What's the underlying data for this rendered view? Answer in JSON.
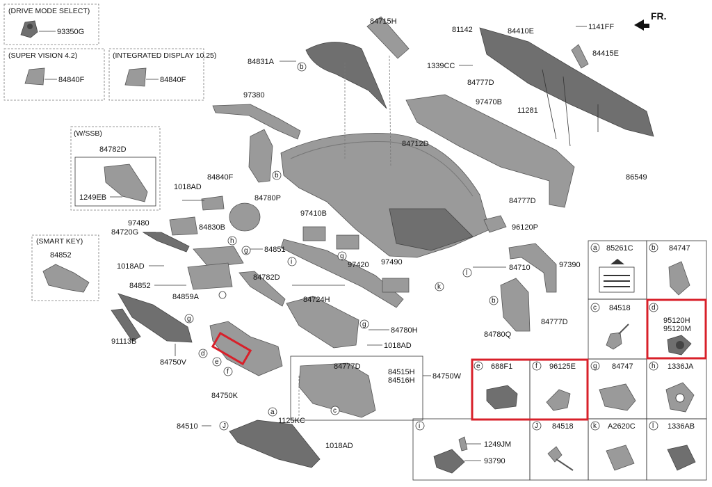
{
  "direction_label": "FR.",
  "option_boxes": [
    {
      "title": "(DRIVE MODE SELECT)",
      "part": "93350G"
    },
    {
      "title": "(SUPER VISION 4.2)",
      "part": "84840F"
    },
    {
      "title": "(INTEGRATED DISPLAY 10.25)",
      "part": "84840F"
    },
    {
      "title": "(W/SSB)",
      "part_top": "84782D",
      "part_bottom": "1249EB"
    },
    {
      "title": "(SMART KEY)",
      "part": "84852"
    }
  ],
  "callouts": {
    "p84715H": "84715H",
    "p84831A": "84831A",
    "p97380": "97380",
    "p84840F": "84840F",
    "p1018AD_a": "1018AD",
    "p84780P": "84780P",
    "p97480": "97480",
    "p84720G": "84720G",
    "p84830B": "84830B",
    "p84851": "84851",
    "p1018AD_b": "1018AD",
    "p84852": "84852",
    "p84859A": "84859A",
    "p84782D": "84782D",
    "p91113B": "91113B",
    "p84750V": "84750V",
    "p84750K": "84750K",
    "p97410B": "97410B",
    "p97420": "97420",
    "p97490": "97490",
    "p84724H": "84724H",
    "p84712D": "84712D",
    "p84710": "84710",
    "p84780H": "84780H",
    "p1018AD_c": "1018AD",
    "p84777D_a": "84777D",
    "p84515H": "84515H",
    "p84516H": "84516H",
    "p84750W": "84750W",
    "p1125KC": "1125KC",
    "p84510": "84510",
    "p1018AD_d": "1018AD",
    "p84780Q": "84780Q",
    "p84777D_b": "84777D",
    "p97390": "97390",
    "p96120P": "96120P",
    "p84777D_c": "84777D",
    "p84777D_d": "84777D",
    "p97470B": "97470B",
    "p11281": "11281",
    "p86549": "86549",
    "p81142": "81142",
    "p84410E": "84410E",
    "p1141FF": "1141FF",
    "p84415E": "84415E",
    "p1339CC": "1339CC"
  },
  "legend_cells": [
    {
      "letter": "a",
      "part": "85261C"
    },
    {
      "letter": "b",
      "part": "84747"
    },
    {
      "letter": "c",
      "part": "84518"
    },
    {
      "letter": "d",
      "part": "95120H",
      "part2": "95120M"
    },
    {
      "letter": "e",
      "part": "688F1"
    },
    {
      "letter": "f",
      "part": "96125E"
    },
    {
      "letter": "g",
      "part": "84747"
    },
    {
      "letter": "h",
      "part": "1336JA"
    },
    {
      "letter": "i",
      "part": "1249JM",
      "part2": "93790"
    },
    {
      "letter": "J",
      "part": "84518"
    },
    {
      "letter": "k",
      "part": "A2620C"
    },
    {
      "letter": "l",
      "part": "1336AB"
    }
  ],
  "ref_letters": {
    "b1": "b",
    "b2": "b",
    "b3": "b",
    "h1": "h",
    "g1": "g",
    "g2": "g",
    "g3": "g",
    "g4": "g",
    "i1": "i",
    "l1": "l",
    "k1": "k",
    "d1": "d",
    "e1": "e",
    "f1": "f",
    "c1": "c",
    "a1": "a",
    "J1": "J"
  },
  "highlight_color": "#d8202a"
}
